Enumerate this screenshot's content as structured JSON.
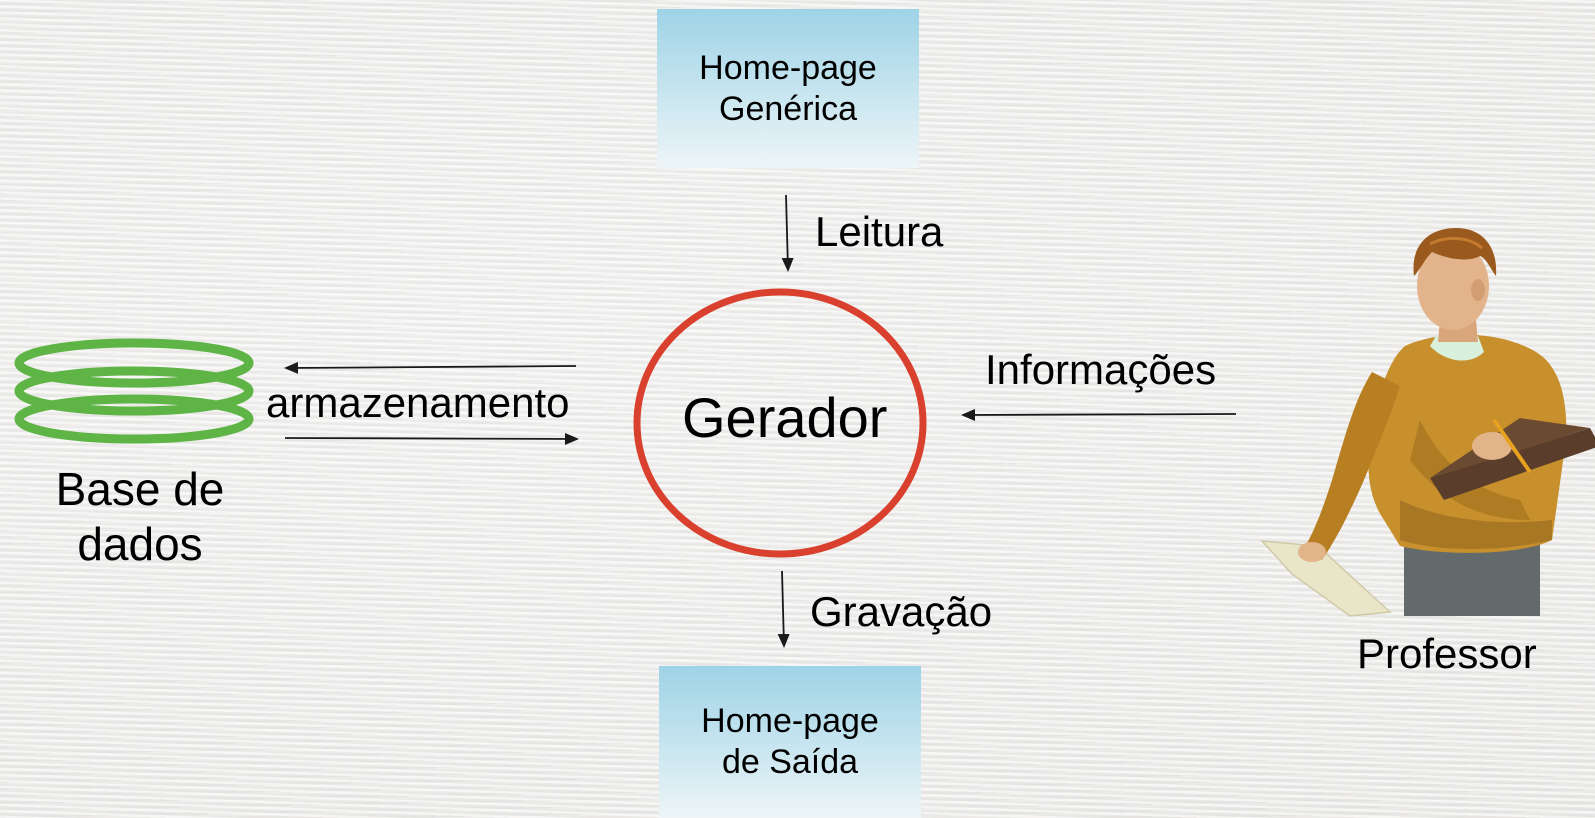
{
  "nodes": {
    "homepage_generica": {
      "line1": "Home-page",
      "line2": "Genérica"
    },
    "homepage_saida": {
      "line1": "Home-page",
      "line2": "de Saída"
    },
    "gerador": {
      "label": "Gerador"
    },
    "base_de_dados": {
      "line1": "Base de",
      "line2": "dados"
    },
    "professor": {
      "label": "Professor"
    }
  },
  "edges": {
    "leitura": "Leitura",
    "gravacao": "Gravação",
    "informacoes": "Informações",
    "armazenamento": "armazenamento"
  },
  "colors": {
    "process_circle": "#d9412e",
    "database_rings": "#5fb446",
    "page_box_top": "#9ed3e6",
    "page_box_bottom": "#eef5f7",
    "arrow": "#1a1a1a"
  },
  "icons": {
    "database": "database-rings-icon",
    "person": "professor-figure"
  }
}
